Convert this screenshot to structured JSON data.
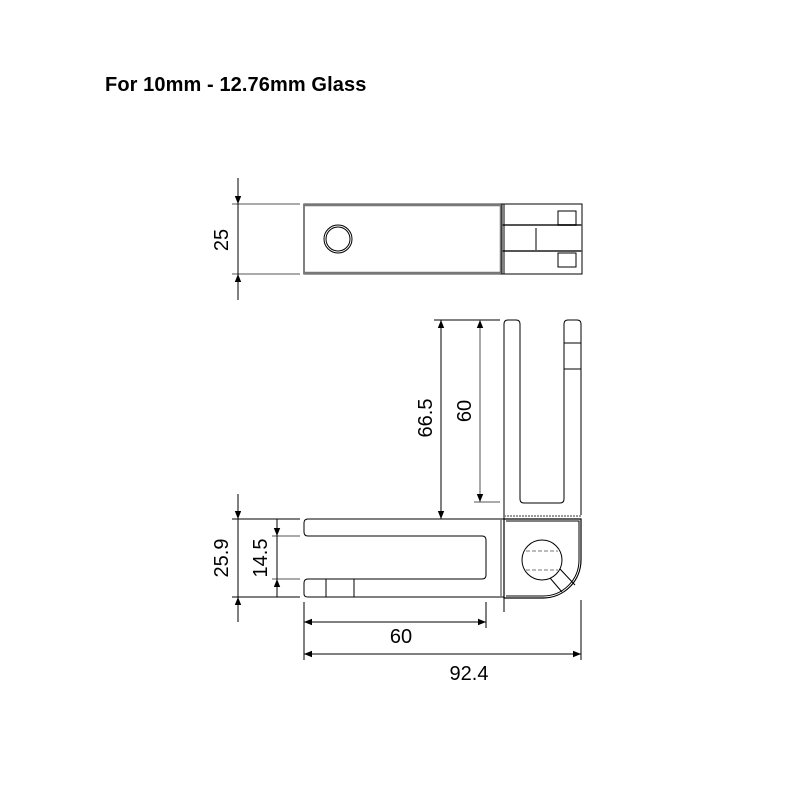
{
  "title": "For 10mm - 12.76mm Glass",
  "dimensions": {
    "top_view_height": "25",
    "overall_height": "66.5",
    "slot_depth_vertical": "60",
    "base_height": "25.9",
    "slot_width": "14.5",
    "slot_depth_horizontal": "60",
    "overall_width": "92.4"
  },
  "colors": {
    "line": "#000000",
    "grey_line": "#6b6b6b"
  }
}
